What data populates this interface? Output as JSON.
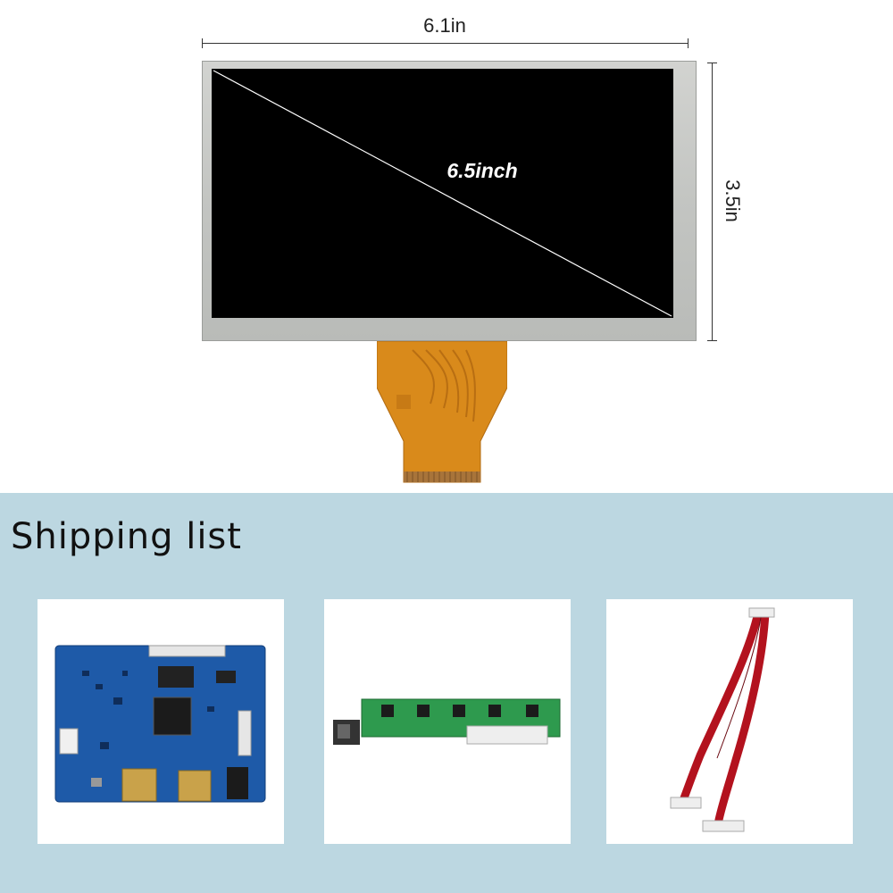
{
  "dimensions": {
    "width_label": "6.1in",
    "height_label": "3.5in",
    "diagonal_label": "6.5inch"
  },
  "shipping": {
    "title": "Shipping list",
    "items": [
      {
        "name": "controller-board"
      },
      {
        "name": "keypad-board"
      },
      {
        "name": "wire-cable"
      }
    ]
  },
  "colors": {
    "bottom_background": "#bcd7e1",
    "pcb_blue": "#1e5aa8",
    "keypad_green": "#2e9a4e",
    "fpc_orange": "#d98a1b",
    "cable_red": "#b3121e"
  }
}
